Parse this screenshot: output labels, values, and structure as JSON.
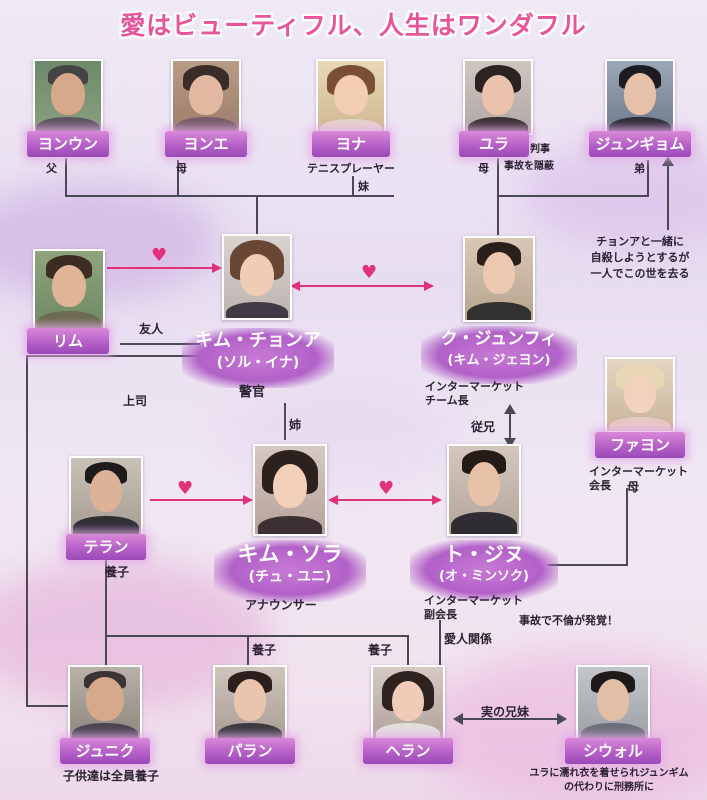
{
  "title": "愛はビューティフル、人生はワンダフル",
  "characters": {
    "yonun": {
      "name": "ヨンウン",
      "role": "父"
    },
    "yonhe": {
      "name": "ヨンエ",
      "role": "母"
    },
    "yona": {
      "name": "ヨナ",
      "role": "テニスプレーヤー",
      "role2": "妹"
    },
    "yura": {
      "name": "ユラ",
      "tag": "判事",
      "role": "母",
      "role2": "事故を隠蔽"
    },
    "jungyom": {
      "name": "ジュンギョム",
      "role": "弟",
      "note": [
        "チョンアと一緒に",
        "自殺しようとするが",
        "一人でこの世を去る"
      ]
    },
    "rim": {
      "name": "リム",
      "relation": "友人"
    },
    "chonga": {
      "name": "キム・チョンア",
      "sub": "(ソル・イナ)",
      "role": "警官",
      "relation_boss": "上司",
      "relation_sister": "姉"
    },
    "junhwi": {
      "name": "ク・ジュンフィ",
      "sub": "(キム・ジェヨン)",
      "role": [
        "インターマーケット",
        "チーム長"
      ],
      "relation": "従兄"
    },
    "fayon": {
      "name": "ファヨン",
      "role": [
        "インターマーケット",
        "会長"
      ],
      "role2": "母"
    },
    "teran": {
      "name": "テラン",
      "relation": "養子"
    },
    "sora": {
      "name": "キム・ソラ",
      "sub": "(チュ・ユニ)",
      "role": "アナウンサー"
    },
    "jinu": {
      "name": "ト・ジヌ",
      "sub": "(オ・ミンソク)",
      "role": [
        "インターマーケット",
        "副会長"
      ],
      "affair": "事故で不倫が発覚！",
      "lover": "愛人関係"
    },
    "junik": {
      "name": "ジュニク",
      "role": "子供達は全員養子"
    },
    "paran": {
      "name": "パラン",
      "relation": "養子"
    },
    "heran": {
      "name": "ヘラン",
      "relation": "養子",
      "sibling": "実の兄妹"
    },
    "siwol": {
      "name": "シウォル",
      "note": [
        "ユラに濡れ衣を着せられジュンギム",
        "の代わりに刑務所に"
      ]
    }
  },
  "heart_glyph": "♥",
  "colors": {
    "accent": "#e8549a",
    "label": "#b560c7",
    "line": "#4a4a55",
    "heart": "#e0317a"
  }
}
